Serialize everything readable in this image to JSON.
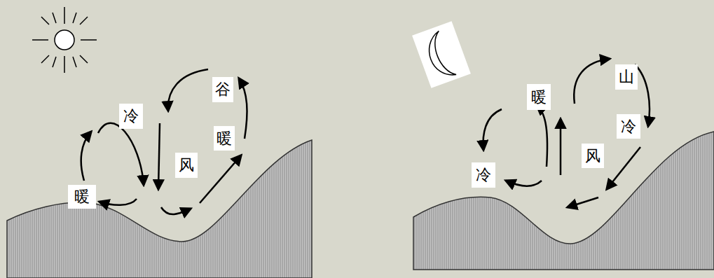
{
  "diagram": {
    "nodes": [
      {
        "text": [
          "谷"
        ]
      },
      {
        "text": [
          "冷"
        ]
      },
      {
        "text": [
          "暖"
        ]
      },
      {
        "text": [
          "风"
        ]
      },
      {
        "text": [
          "暖"
        ]
      },
      {
        "text": [
          "山"
        ]
      },
      {
        "text": [
          "暖"
        ]
      },
      {
        "text": [
          "冷"
        ]
      },
      {
        "text": [
          "风"
        ]
      },
      {
        "text": [
          "冷"
        ]
      }
    ]
  }
}
